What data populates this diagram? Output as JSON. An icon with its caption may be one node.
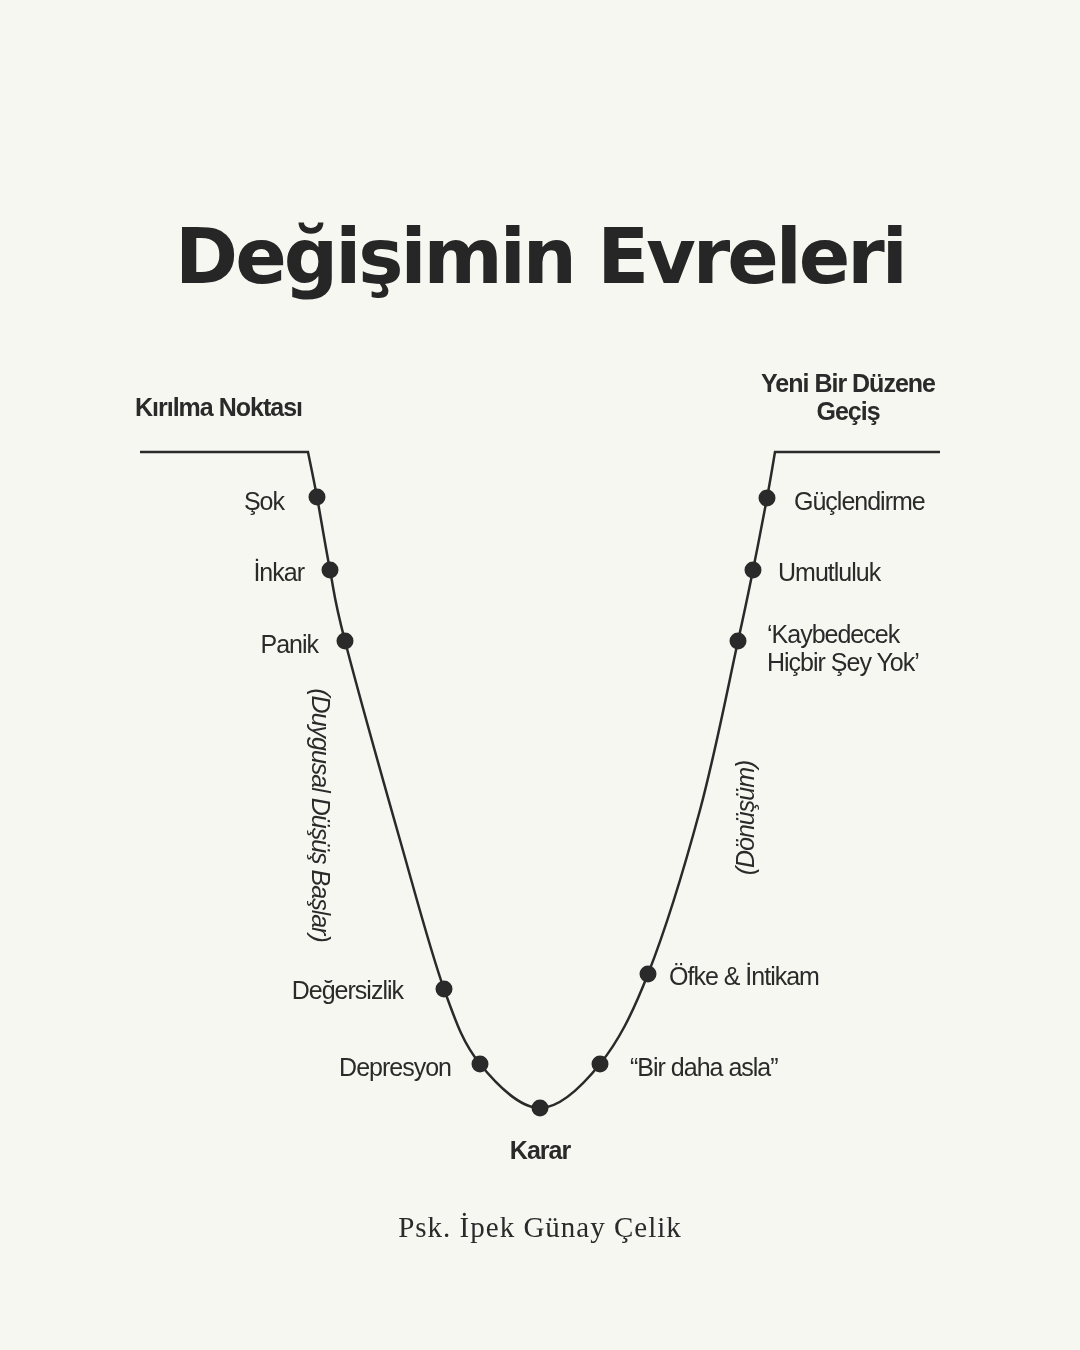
{
  "diagram": {
    "title": "Değişimin Evreleri",
    "labels": [
      "Kırılma Noktası",
      "Yeni Bir Düzene Geçiş",
      "Şok",
      "Güçlendirme",
      "İnkar",
      "Umutluluk",
      "Panik",
      "‘Kaybedecek Hiçbir Şey Yok’",
      "(Duygusal Düşüş Başlar)",
      "(Dönüşüm)",
      "Öfke & İntikam",
      "Değersizlik",
      "Depresyon",
      "“Bir daha asla”",
      "Karar",
      "Psk. İpek Günay Çelik"
    ]
  }
}
